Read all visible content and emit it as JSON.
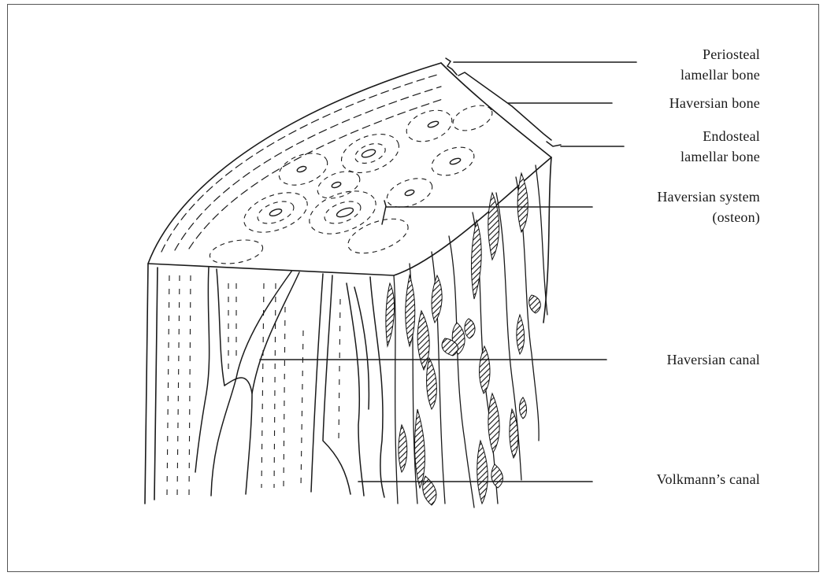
{
  "labels": {
    "periosteal": "Periosteal\nlamellar bone",
    "haversian_bone": "Haversian bone",
    "endosteal": "Endosteal\nlamellar bone",
    "haversian_system": "Haversian system\n(osteon)",
    "haversian_canal": "Haversian canal",
    "volkmann": "Volkmann’s canal"
  },
  "colors": {
    "ink": "#1a1a1a",
    "border": "#555555"
  }
}
